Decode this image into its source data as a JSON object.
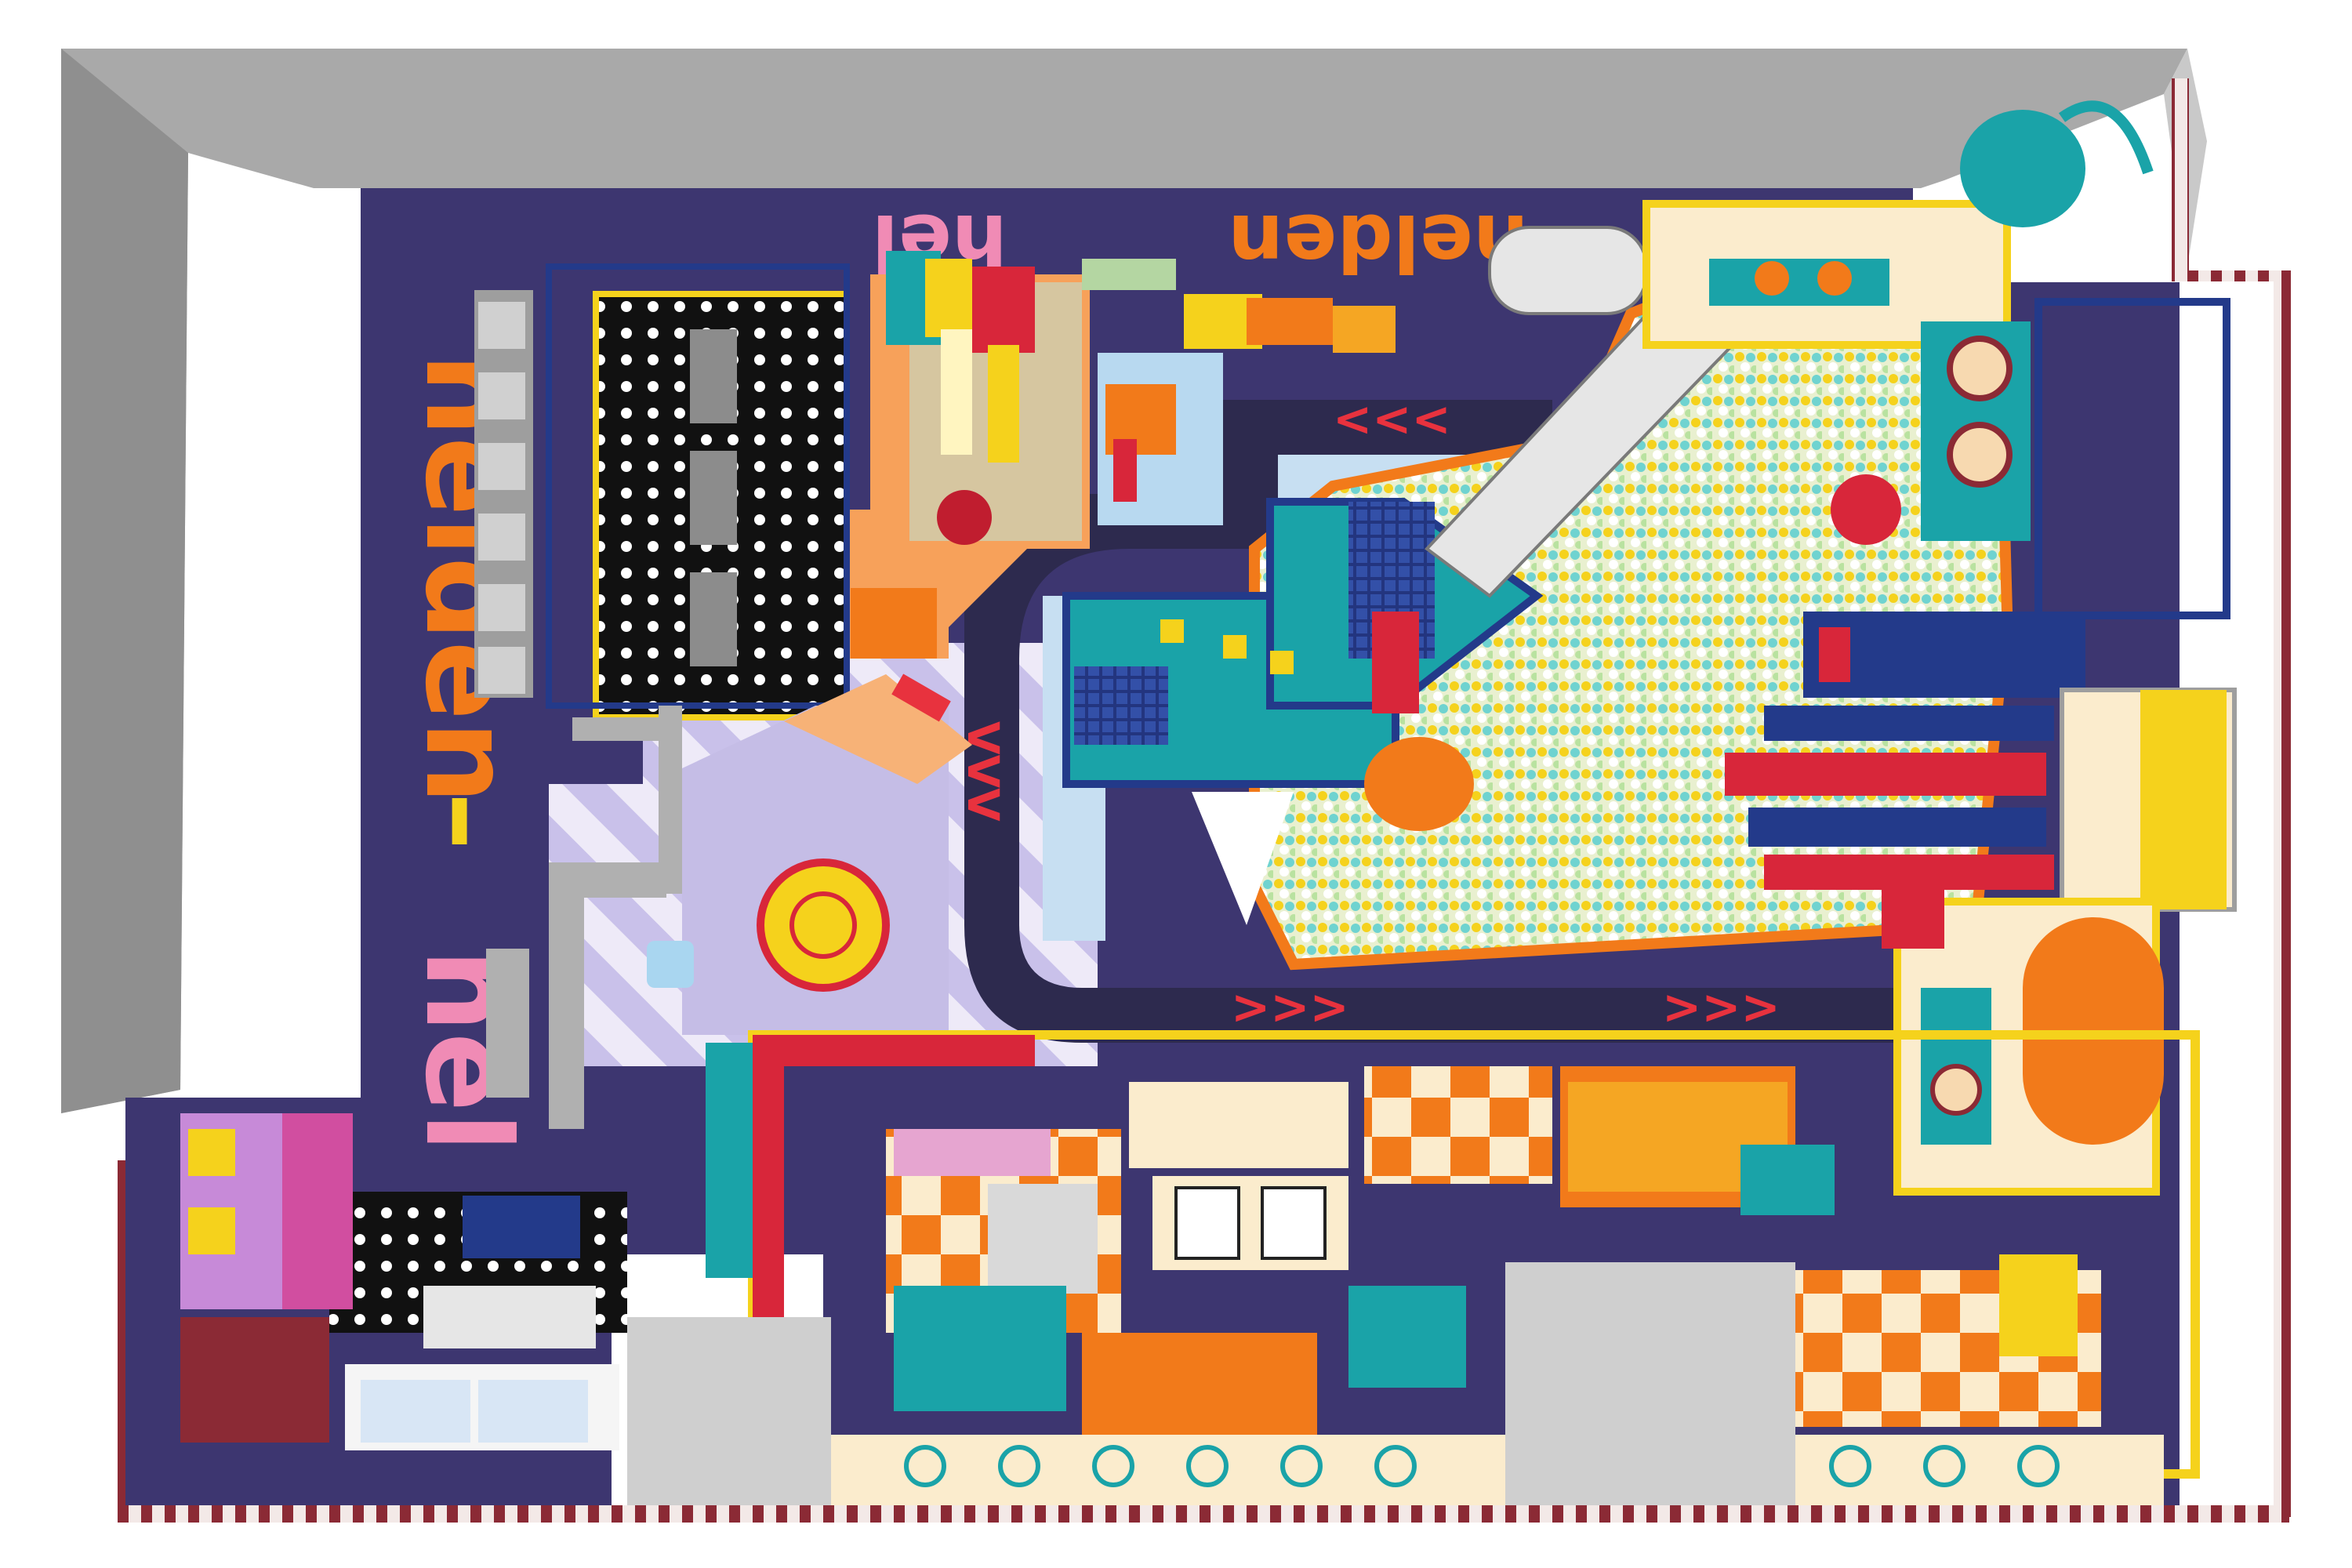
{
  "floor_text": {
    "vertical_word": "helden",
    "vertical_dash": "–",
    "vertical_fragment": "hel",
    "top_word_right": "helden",
    "top_word_left": "hel",
    "chevrons_top": "<<<",
    "chevrons_down": "VVV",
    "chevrons_bottom_left": ">>>",
    "chevrons_bottom_right": ">>>"
  },
  "colors": {
    "floor_navy": "#3d3670",
    "wall_gray": "#a8a8a8",
    "wall_light": "#cfcfcf",
    "ball_pit": "#d8e6c8",
    "track_dark": "#2d2a4e",
    "teal": "#1aa3a8",
    "orange": "#f27a1a",
    "yellow": "#f5d21c",
    "red": "#d8263a",
    "cream": "#fbeccd",
    "blue_frame": "#233a8a",
    "lavender": "#c5bde6",
    "peach": "#f7b277",
    "pink": "#f08bb5",
    "border_stripe": "#8b2a35"
  },
  "icons": [
    "ball-pit",
    "slide",
    "climbing-frame",
    "arcade-cabinet",
    "ride-on-car",
    "dining-table",
    "ferris-wheel-toy",
    "tube-slide"
  ]
}
